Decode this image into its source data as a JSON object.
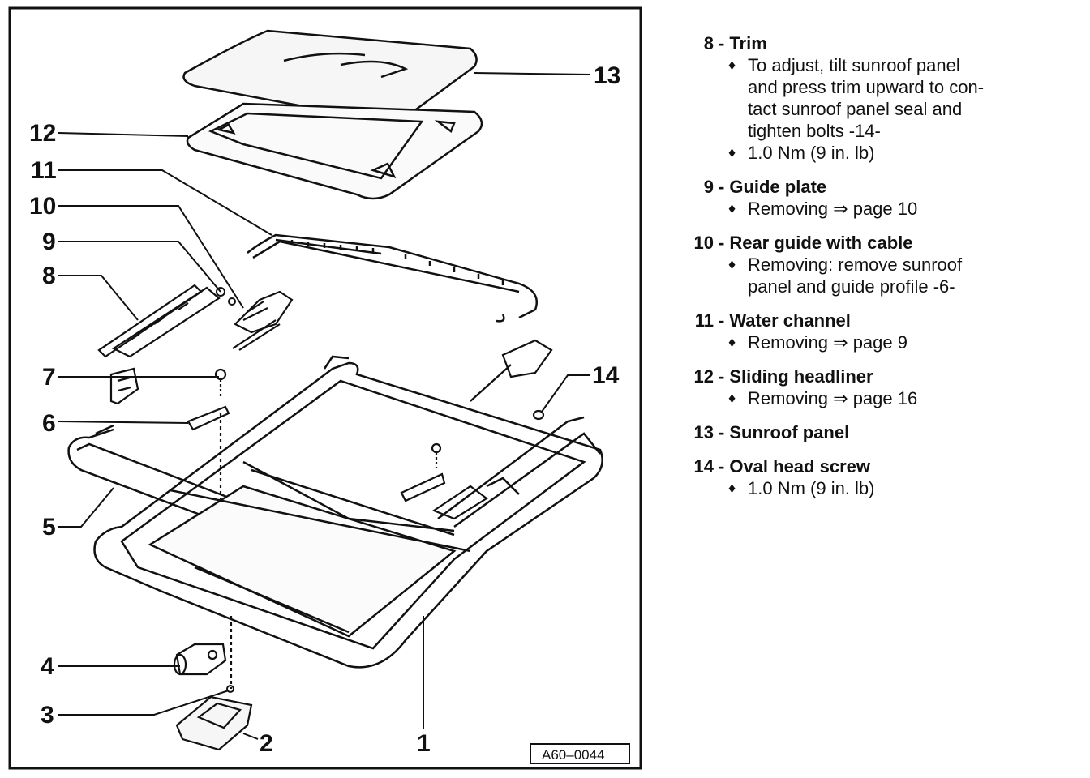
{
  "figure": {
    "id_label": "A60–0044",
    "callouts": [
      "1",
      "2",
      "3",
      "4",
      "5",
      "6",
      "7",
      "8",
      "9",
      "10",
      "11",
      "12",
      "13",
      "14"
    ]
  },
  "legend": [
    {
      "num": "8",
      "title": "Trim",
      "notes": [
        [
          "To adjust, tilt sunroof panel",
          "and press trim upward to con-",
          "tact sunroof panel seal and",
          "tighten bolts -14-"
        ],
        [
          "1.0 Nm (9 in. lb)"
        ]
      ]
    },
    {
      "num": "9",
      "title": "Guide plate",
      "notes": [
        [
          "Removing ⇒ page 10"
        ]
      ]
    },
    {
      "num": "10",
      "title": "Rear guide with cable",
      "notes": [
        [
          "Removing:  remove sunroof",
          "panel and guide profile -6-"
        ]
      ]
    },
    {
      "num": "11",
      "title": "Water channel",
      "notes": [
        [
          "Removing ⇒ page 9"
        ]
      ]
    },
    {
      "num": "12",
      "title": "Sliding headliner",
      "notes": [
        [
          "Removing ⇒ page 16"
        ]
      ]
    },
    {
      "num": "13",
      "title": "Sunroof panel",
      "notes": []
    },
    {
      "num": "14",
      "title": "Oval head screw",
      "notes": [
        [
          "1.0 Nm (9 in. lb)"
        ]
      ]
    }
  ],
  "colors": {
    "ink": "#111111",
    "paper": "#ffffff"
  }
}
